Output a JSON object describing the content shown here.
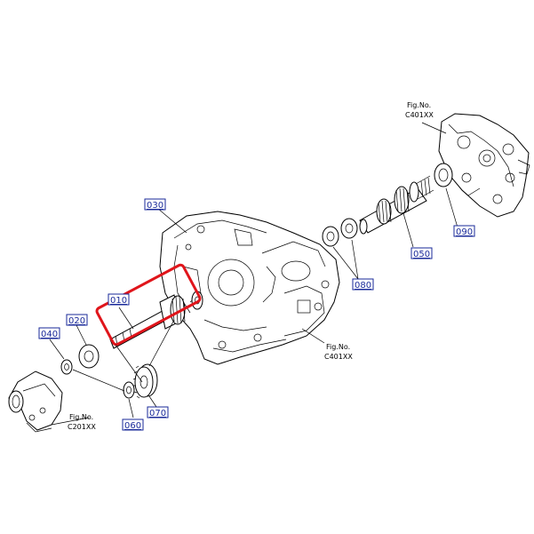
{
  "callouts": {
    "c010": "010",
    "c020": "020",
    "c030": "030",
    "c040": "040",
    "c050": "050",
    "c060": "060",
    "c070": "070",
    "c080": "080",
    "c090": "090"
  },
  "figrefs": {
    "top_fig_label": "Fig.No.",
    "top_fig_num": "C401XX",
    "mid_fig_label": "Fig.No.",
    "mid_fig_num": "C401XX",
    "bottom_fig_label": "Fig.No.",
    "bottom_fig_num": "C201XX"
  },
  "colors": {
    "callout": "#1a2a9a",
    "highlight": "#e0151b"
  }
}
